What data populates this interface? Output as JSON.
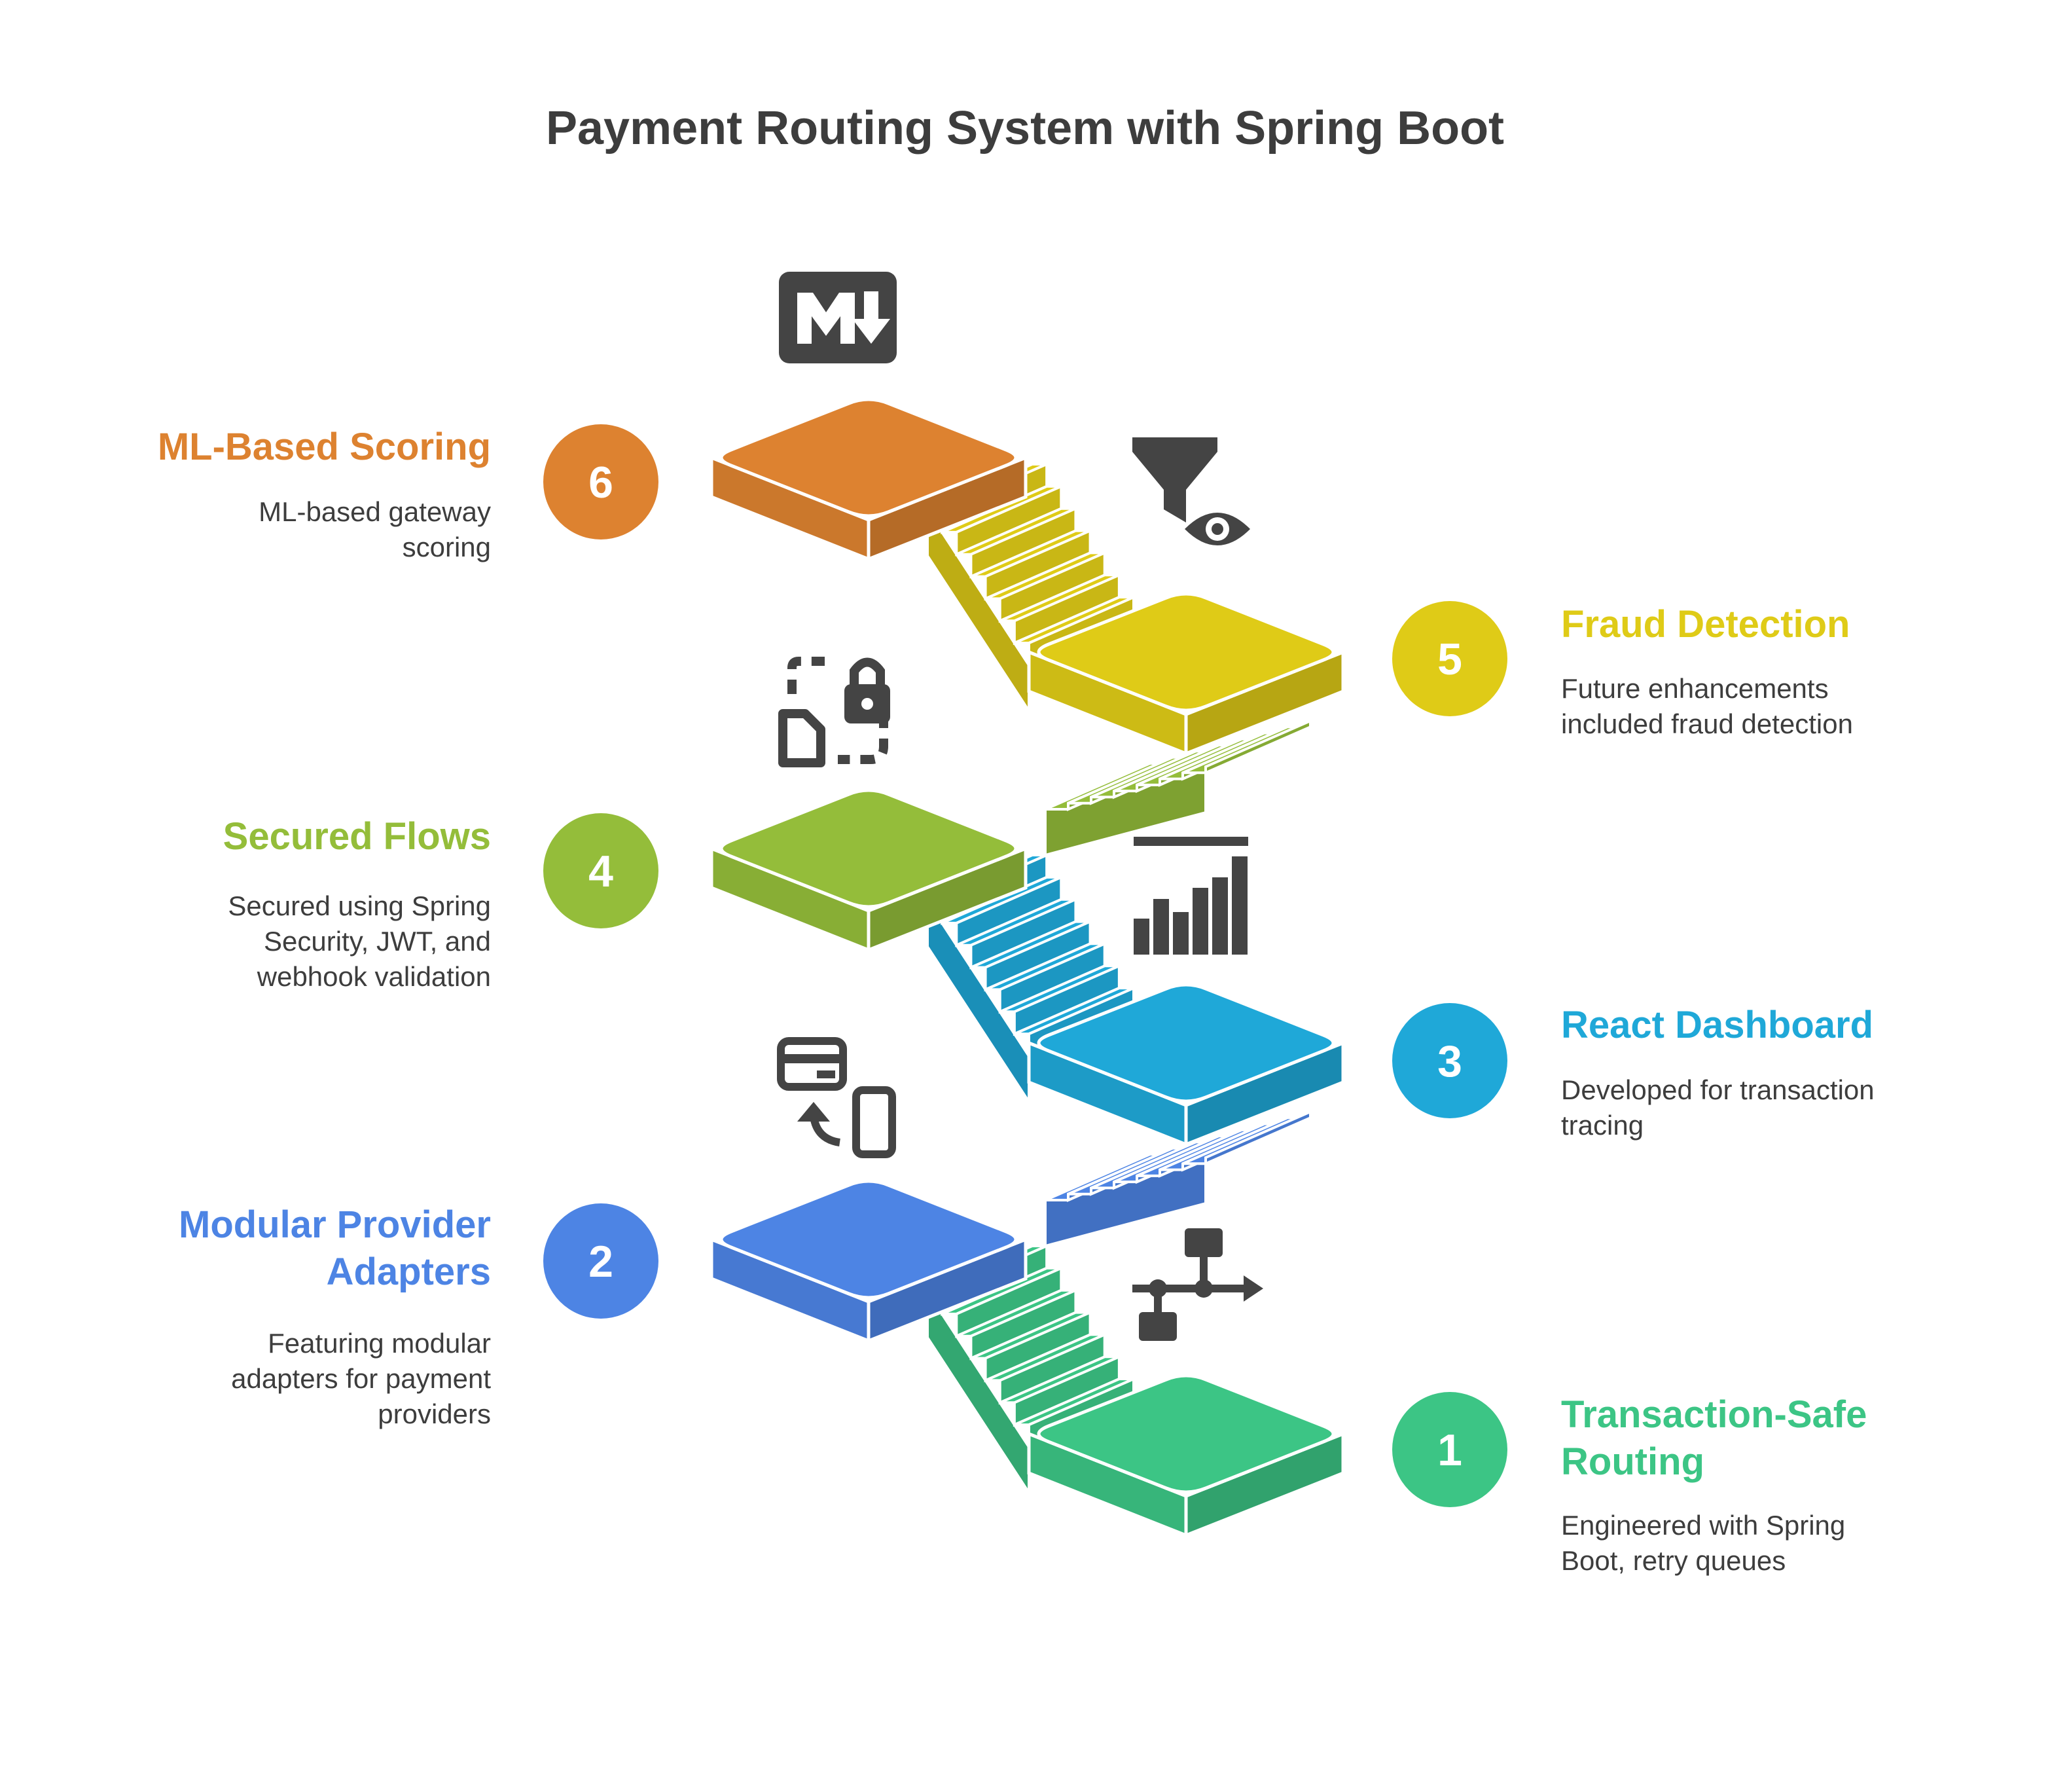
{
  "title": "Payment Routing System with Spring Boot",
  "steps": [
    {
      "number": "1",
      "title": "Transaction-Safe Routing",
      "description": "Engineered with Spring Boot, retry queues",
      "color": "#3cc585",
      "icon": "flowchart-icon"
    },
    {
      "number": "2",
      "title": "Modular Provider Adapters",
      "description": "Featuring modular adapters for payment providers",
      "color": "#4d84e4",
      "icon": "card-to-phone-icon"
    },
    {
      "number": "3",
      "title": "React Dashboard",
      "description": "Developed for transaction tracing",
      "color": "#1fa8d8",
      "icon": "bar-chart-icon"
    },
    {
      "number": "4",
      "title": "Secured Flows",
      "description": "Secured using Spring Security, JWT, and webhook validation",
      "color": "#94bd3a",
      "icon": "secure-file-lock-icon"
    },
    {
      "number": "5",
      "title": "Fraud Detection",
      "description": "Future enhancements included fraud detection",
      "color": "#dfcb17",
      "icon": "filter-eye-icon"
    },
    {
      "number": "6",
      "title": "ML-Based Scoring",
      "description": "ML-based gateway scoring",
      "color": "#dd8230",
      "icon": "markdown-icon"
    }
  ],
  "colors": {
    "text": "#3d3d3d",
    "icon": "#444444",
    "white": "#ffffff"
  }
}
